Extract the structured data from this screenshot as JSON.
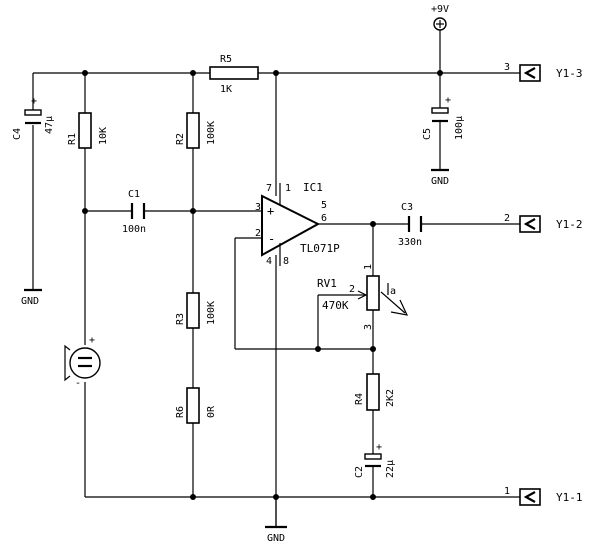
{
  "power": {
    "vplus": "+9V",
    "gnd": "GND"
  },
  "components": {
    "R1": {
      "ref": "R1",
      "value": "10K"
    },
    "R2": {
      "ref": "R2",
      "value": "100K"
    },
    "R3": {
      "ref": "R3",
      "value": "100K"
    },
    "R4": {
      "ref": "R4",
      "value": "2K2"
    },
    "R5": {
      "ref": "R5",
      "value": "1K"
    },
    "R6": {
      "ref": "R6",
      "value": "0R"
    },
    "C1": {
      "ref": "C1",
      "value": "100n"
    },
    "C2": {
      "ref": "C2",
      "value": "22µ"
    },
    "C3": {
      "ref": "C3",
      "value": "330n"
    },
    "C4": {
      "ref": "C4",
      "value": "47µ"
    },
    "C5": {
      "ref": "C5",
      "value": "100µ"
    },
    "RV1": {
      "ref": "RV1",
      "value": "470K"
    },
    "IC1": {
      "ref": "IC1",
      "value": "TL071P"
    }
  },
  "ic_pins": {
    "p1": "1",
    "p2": "2",
    "p3": "3",
    "p4": "4",
    "p5": "5",
    "p6": "6",
    "p7": "7",
    "p8": "8",
    "minus": "-",
    "plus": "+"
  },
  "rv_pins": {
    "p1": "1",
    "p2": "2",
    "p3": "3"
  },
  "cap_polarity": "+",
  "mic_polarity": {
    "plus": "+",
    "minus": "-"
  },
  "connectors": [
    {
      "pin": "3",
      "label": "Y1-3"
    },
    {
      "pin": "2",
      "label": "Y1-2"
    },
    {
      "pin": "1",
      "label": "Y1-1"
    }
  ]
}
